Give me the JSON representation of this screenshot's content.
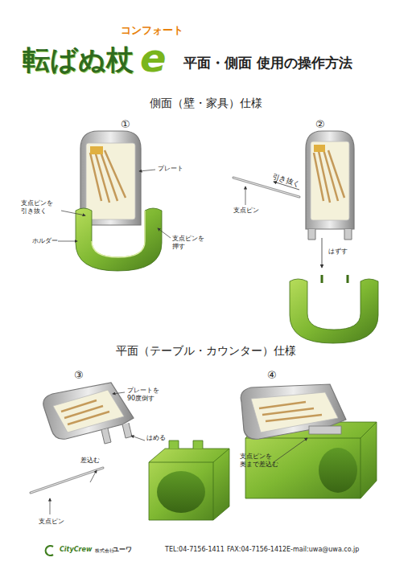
{
  "diagram": {
    "title": "平面・側面 使用の操作方法",
    "labels": [
      "コンフォート",
      "転ばぬ杖",
      "e",
      "側面（壁・家具）仕様",
      "①",
      "②",
      "プレート",
      "支点ピンを 引き抜く",
      "ホルダー",
      "支点ピンを 押す",
      "支点ピン",
      "引き抜く",
      "はずす",
      "平面（テーブル・カウンター）仕様",
      "③",
      "④",
      "プレートを 90度倒す",
      "はめる",
      "差込む",
      "支点ピン",
      "支点ピンを 奥まで差込む",
      "CityCrew",
      "株式会社",
      "ユーワ",
      "TEL:04-7156-1411",
      "FAX:04-7156-1412",
      "E-mail:uwa@uwa.co.jp"
    ]
  }
}
